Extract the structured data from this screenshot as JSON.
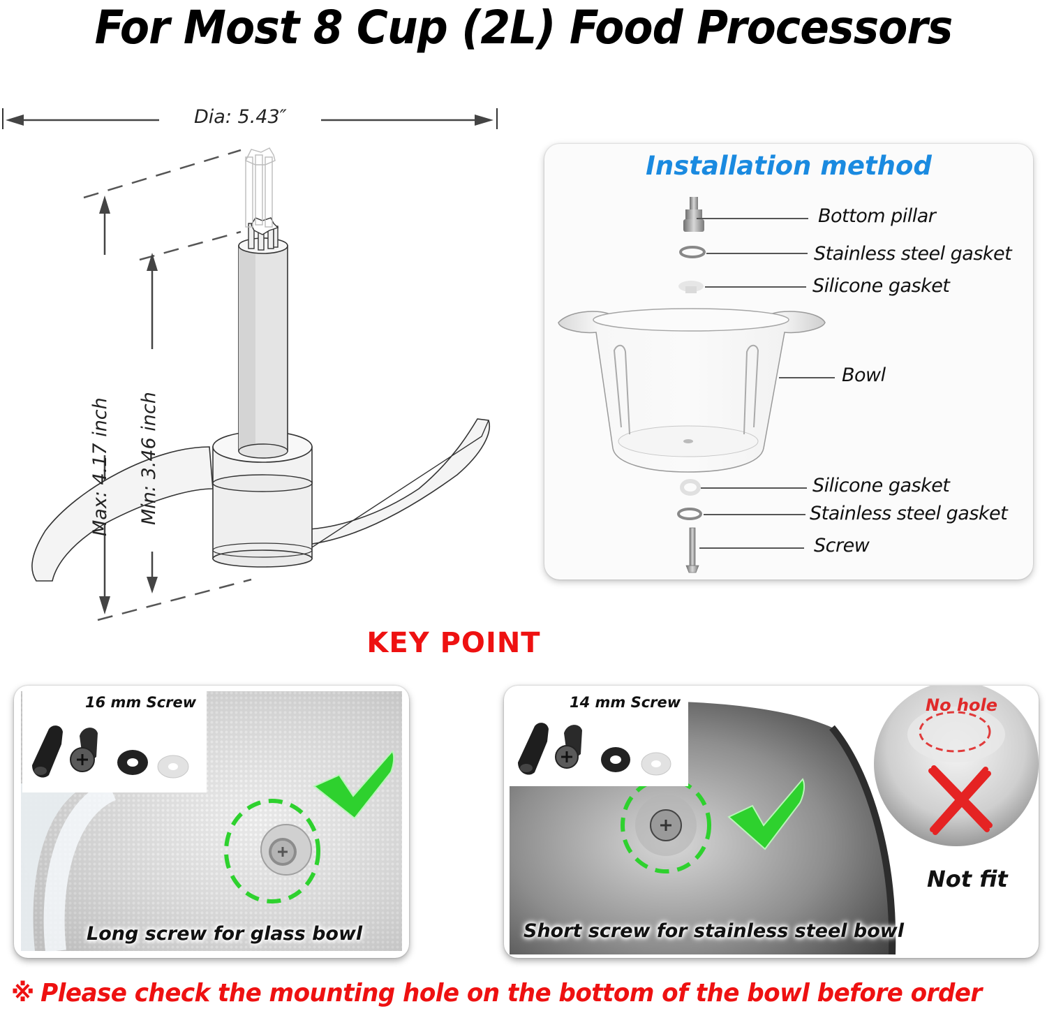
{
  "header": {
    "title": "For Most 8 Cup (2L) Food Processors"
  },
  "dimensions": {
    "diameter_label": "Dia: 5.43″",
    "max_height_label": "Max: 4.17 inch",
    "min_height_label": "Min: 3.46 inch"
  },
  "installation": {
    "title": "Installation method",
    "parts": [
      {
        "label": "Bottom pillar",
        "icon": "pillar-icon"
      },
      {
        "label": "Stainless steel gasket",
        "icon": "steel-washer-icon"
      },
      {
        "label": "Silicone gasket",
        "icon": "silicone-washer-icon"
      },
      {
        "label": "Bowl",
        "icon": "bowl-icon"
      },
      {
        "label": "Silicone gasket",
        "icon": "silicone-washer-icon"
      },
      {
        "label": "Stainless steel gasket",
        "icon": "steel-washer-icon"
      },
      {
        "label": "Screw",
        "icon": "screw-icon"
      }
    ]
  },
  "key_point": {
    "title": "KEY POINT",
    "glass_card": {
      "screw_label": "16 mm Screw",
      "caption": "Long screw for glass bowl",
      "status": "check"
    },
    "steel_card": {
      "screw_label": "14 mm Screw",
      "caption": "Short screw for stainless steel bowl",
      "status": "check",
      "no_hole_label": "No hole",
      "not_fit_label": "Not fit"
    }
  },
  "footer": {
    "mark": "※",
    "note": "Please check the mounting hole on the bottom of the bowl before order"
  },
  "colors": {
    "title_blue": "#1a8ae0",
    "warning_red": "#ee1111",
    "check_green": "#2ed12e"
  }
}
